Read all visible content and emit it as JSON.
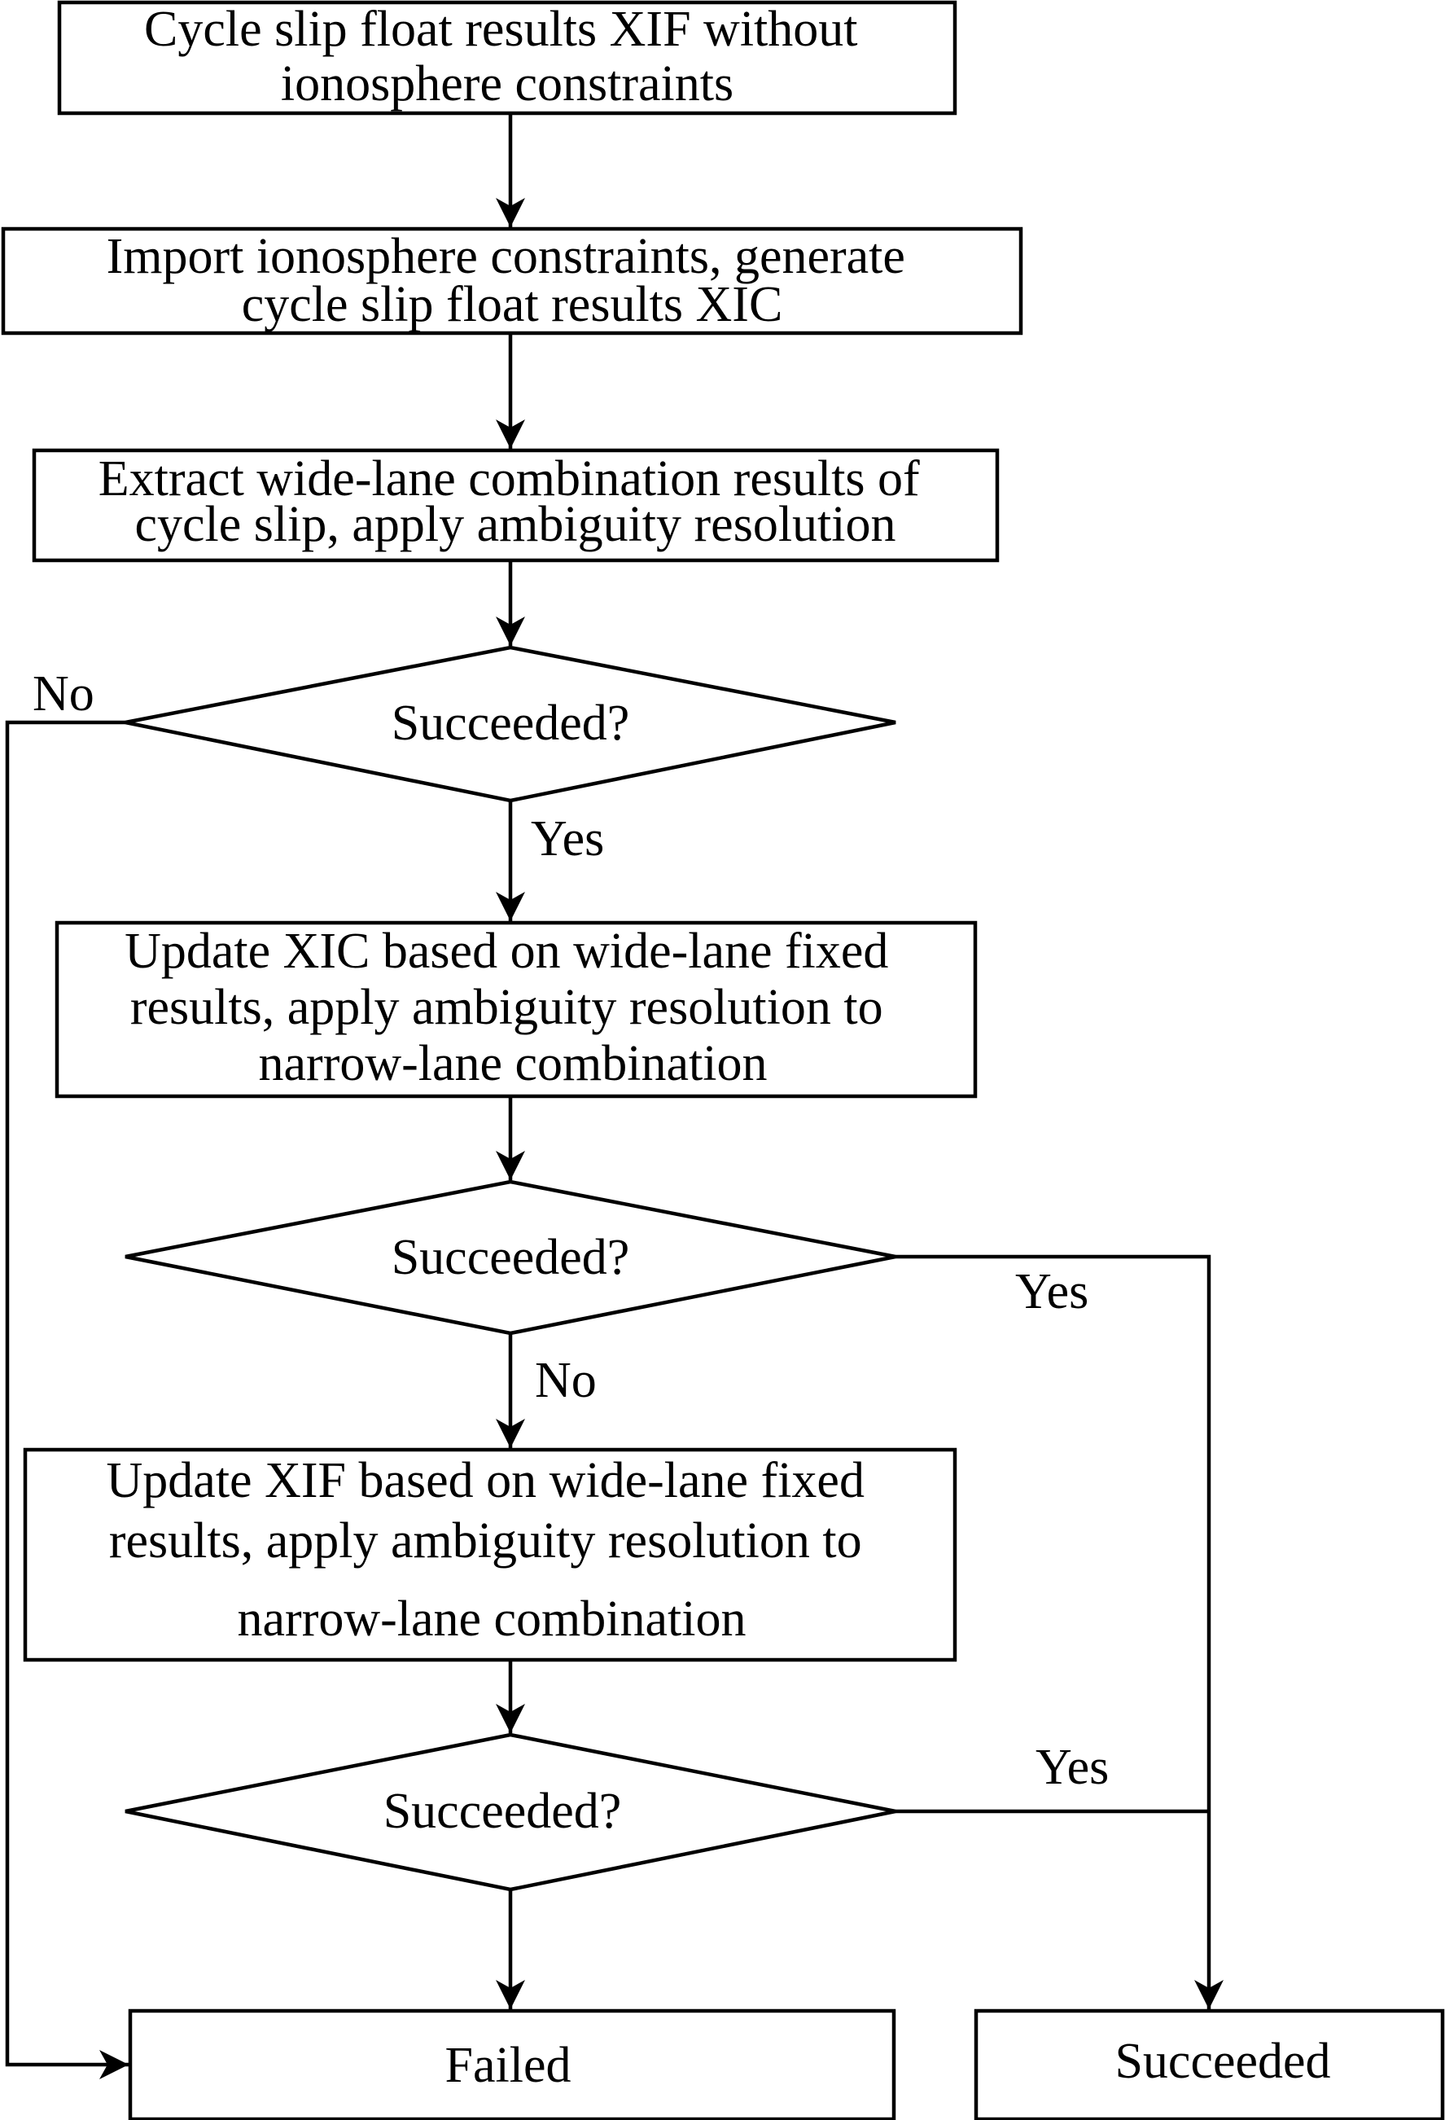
{
  "flowchart": {
    "steps": {
      "step1": [
        "Cycle slip float results XIF without",
        "ionosphere constraints"
      ],
      "step2": [
        "Import ionosphere constraints, generate",
        "cycle slip float results XIC"
      ],
      "step3": [
        "Extract wide-lane combination results of",
        "cycle slip, apply ambiguity resolution"
      ],
      "step4": [
        "Update XIC based on wide-lane fixed",
        "results, apply ambiguity resolution to",
        "narrow-lane combination"
      ],
      "step5": [
        "Update XIF based on wide-lane fixed",
        "results, apply ambiguity resolution to",
        "narrow-lane combination"
      ]
    },
    "decisions": {
      "decision1": "Succeeded?",
      "decision2": "Succeeded?",
      "decision3": "Succeeded?"
    },
    "outcomes": {
      "failed": "Failed",
      "succeeded": "Succeeded"
    },
    "edge_labels": {
      "d1_no": "No",
      "d1_yes": "Yes",
      "d2_yes": "Yes",
      "d2_no": "No",
      "d3_yes": "Yes"
    }
  }
}
